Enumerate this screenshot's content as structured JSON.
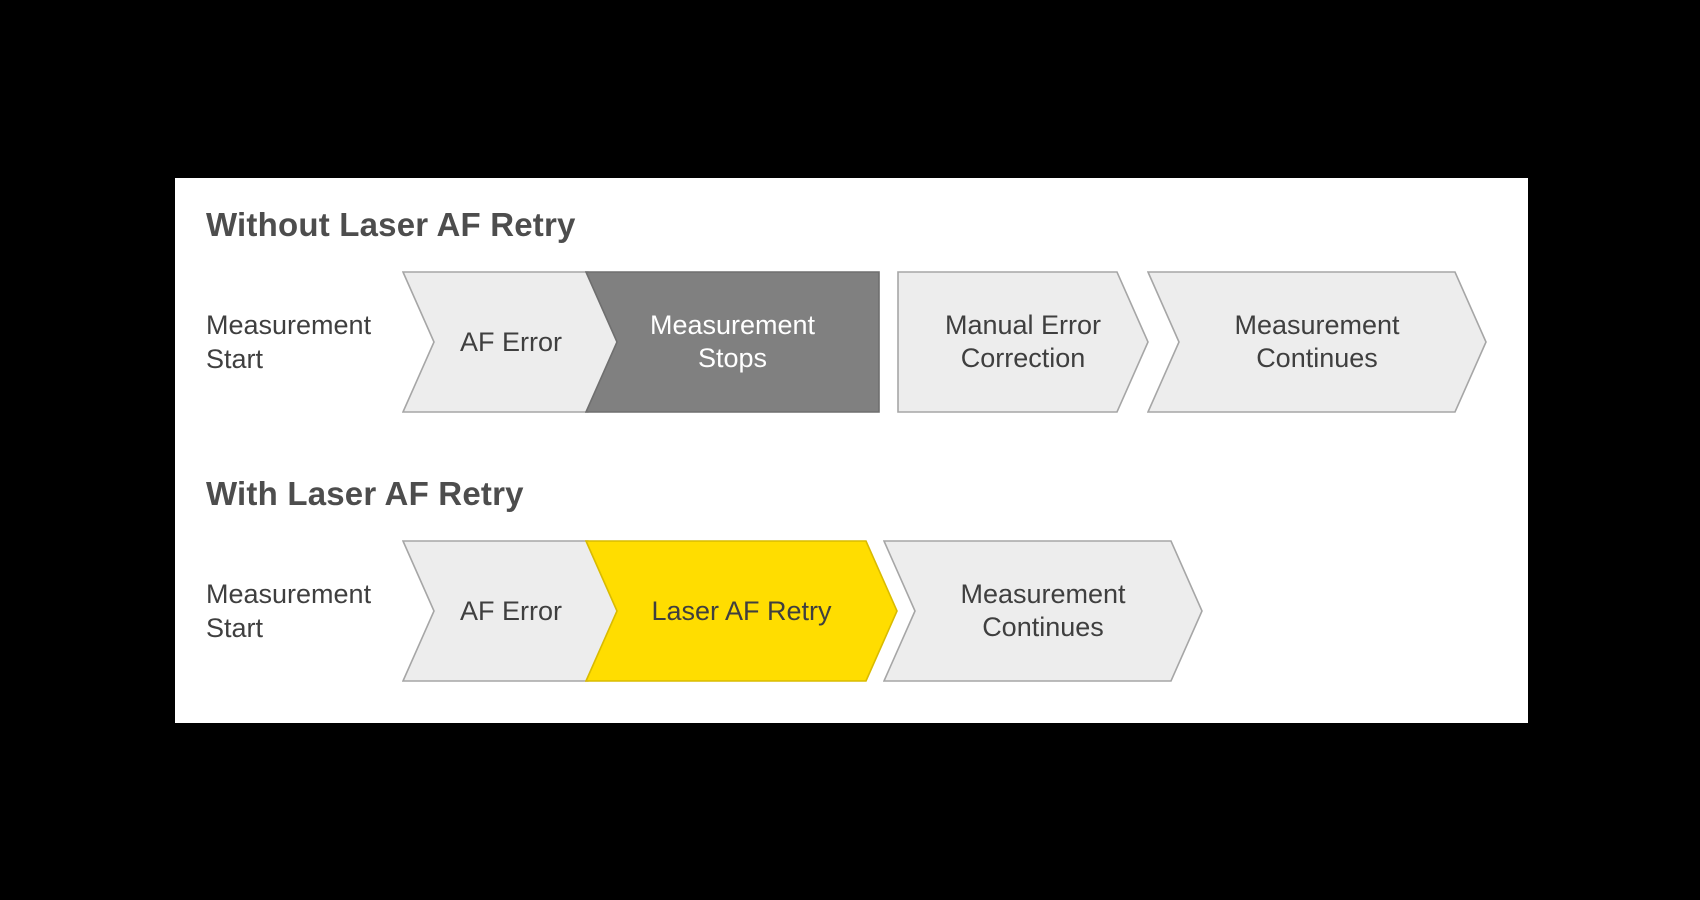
{
  "background_color": "#000000",
  "panel": {
    "background_color": "#ffffff"
  },
  "colors": {
    "step_light_fill": "#ededed",
    "step_light_border": "#a6a6a6",
    "step_dark_fill": "#808080",
    "step_accent_fill": "#ffdd00",
    "heading_text": "#4d4d4d",
    "body_text": "#3f3f3f",
    "inverted_text": "#ffffff"
  },
  "sections": [
    {
      "id": "without-laser-af-retry",
      "heading": "Without Laser AF Retry",
      "start_label": "Measurement\nStart",
      "steps": [
        {
          "label": "AF Error",
          "style": "light",
          "shape": "notch-left-point-right"
        },
        {
          "label": "Measurement\nStops",
          "style": "dark",
          "shape": "notch-left-flat-right"
        },
        {
          "label": "Manual Error\nCorrection",
          "style": "light",
          "shape": "flat-left-point-right"
        },
        {
          "label": "Measurement\nContinues",
          "style": "light",
          "shape": "notch-left-point-right"
        }
      ]
    },
    {
      "id": "with-laser-af-retry",
      "heading": "With Laser AF Retry",
      "start_label": "Measurement\nStart",
      "steps": [
        {
          "label": "AF Error",
          "style": "light",
          "shape": "notch-left-point-right"
        },
        {
          "label": "Laser AF Retry",
          "style": "accent",
          "shape": "notch-left-point-right"
        },
        {
          "label": "Measurement\nContinues",
          "style": "light",
          "shape": "notch-left-point-right"
        }
      ]
    }
  ]
}
